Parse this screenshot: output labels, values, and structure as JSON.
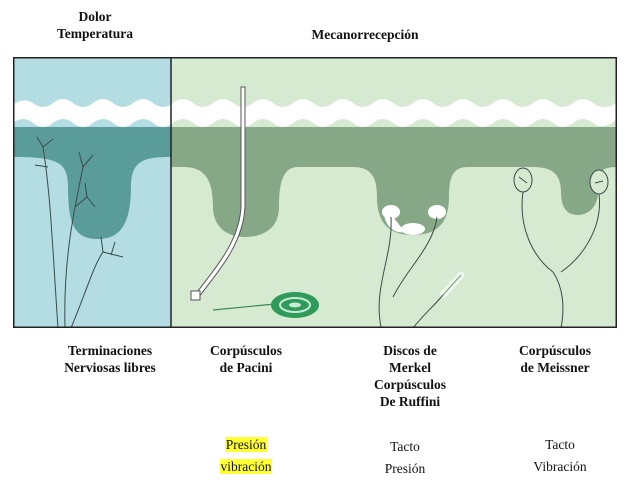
{
  "headers": {
    "left_line1": "Dolor",
    "left_line2": "Temperatura",
    "right": "Mecanorrecepción"
  },
  "receptors": [
    {
      "line1": "Terminaciones",
      "line2": "Nerviosas libres"
    },
    {
      "line1": "Corpúsculos",
      "line2": "de Pacini"
    },
    {
      "line1": "Discos de",
      "line2": "Merkel",
      "line3": "Corpúsculos",
      "line4": "De Ruffini"
    },
    {
      "line1": "Corpúsculos",
      "line2": "de Meissner"
    }
  ],
  "functions": {
    "pacini": {
      "line1": "Presión",
      "line2": "vibración",
      "highlight_color": "#ffff33"
    },
    "merkel": {
      "line1": "Tacto",
      "line2": "Presión"
    },
    "meissner": {
      "line1": "Tacto",
      "line2": "Vibración"
    }
  },
  "colors": {
    "left_panel_bg": "#b3dde2",
    "right_panel_bg": "#d6ead2",
    "left_tissue": "#5a9c9a",
    "right_tissue": "#86a886",
    "border": "#222222"
  }
}
